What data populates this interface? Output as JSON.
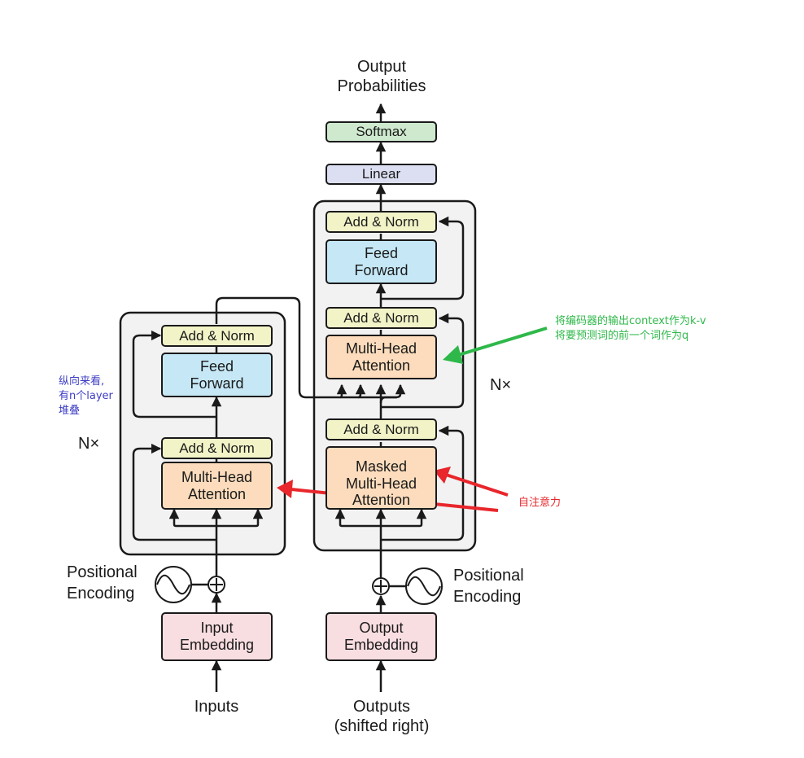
{
  "encoder": {
    "repeat": "N×",
    "add_norm_top": "Add & Norm",
    "feed_forward": "Feed\nForward",
    "add_norm_bottom": "Add & Norm",
    "attention": "Multi-Head\nAttention",
    "positional_encoding": "Positional\nEncoding",
    "embedding": "Input\nEmbedding",
    "input_label": "Inputs"
  },
  "decoder": {
    "repeat": "N×",
    "add_norm_top": "Add & Norm",
    "feed_forward": "Feed\nForward",
    "add_norm_mid": "Add & Norm",
    "cross_attention": "Multi-Head\nAttention",
    "add_norm_bottom": "Add & Norm",
    "masked_attention": "Masked\nMulti-Head\nAttention",
    "positional_encoding": "Positional\nEncoding",
    "embedding": "Output\nEmbedding",
    "input_label": "Outputs\n(shifted right)"
  },
  "head": {
    "linear": "Linear",
    "softmax": "Softmax",
    "output_label": "Output\nProbabilities"
  },
  "annotations": {
    "stack_note": "纵向来看,\n有n个layer\n堆叠",
    "cross_attention_note": "将编码器的输出context作为k-v\n将要预测词的前一个词作为q",
    "self_attention_note": "自注意力"
  },
  "colors": {
    "add_norm": "#f2f4c8",
    "feed_forward": "#c6e8f6",
    "attention": "#fcdcbc",
    "embedding": "#f8dde1",
    "linear": "#dcdff2",
    "softmax": "#cfe9cf",
    "layer_box": "#f2f2f2",
    "stack_note": "#3d3dc4",
    "cross_attention_note": "#2fb84a",
    "self_attention_note": "#e8262b"
  }
}
